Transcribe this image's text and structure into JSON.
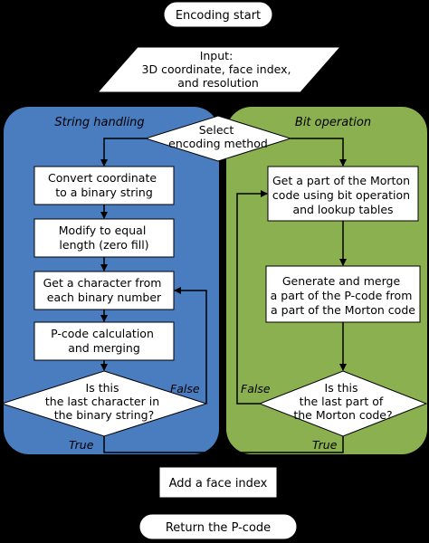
{
  "colors": {
    "background": "#000000",
    "string_panel": "#4a7cc0",
    "bit_panel": "#8bb04f",
    "box_fill": "#ffffff",
    "box_stroke": "#000000",
    "arrow": "#000000"
  },
  "start": {
    "label": "Encoding start"
  },
  "input": {
    "lines": [
      "Input:",
      "3D coordinate, face index,",
      "and resolution"
    ]
  },
  "select": {
    "lines": [
      "Select",
      "encoding method"
    ]
  },
  "string_handling": {
    "title": "String handling",
    "steps": [
      {
        "lines": [
          "Convert coordinate",
          "to a binary string"
        ]
      },
      {
        "lines": [
          "Modify to equal",
          "length (zero fill)"
        ]
      },
      {
        "lines": [
          "Get a character from",
          "each binary number"
        ]
      },
      {
        "lines": [
          "P-code calculation",
          "and merging"
        ]
      }
    ],
    "decision": {
      "lines": [
        "Is this",
        "the last character in",
        "the binary string?"
      ]
    },
    "false_label": "False",
    "true_label": "True"
  },
  "bit_operation": {
    "title": "Bit operation",
    "steps": [
      {
        "lines": [
          "Get a part of the Morton",
          "code using bit operation",
          "and lookup tables"
        ]
      },
      {
        "lines": [
          "Generate and merge",
          "a part of the P-code from",
          "a part of the Morton code"
        ]
      }
    ],
    "decision": {
      "lines": [
        "Is this",
        "the last part of",
        "the Morton code?"
      ]
    },
    "false_label": "False",
    "true_label": "True"
  },
  "add_face": {
    "label": "Add a face index"
  },
  "end": {
    "label": "Return the P-code"
  }
}
